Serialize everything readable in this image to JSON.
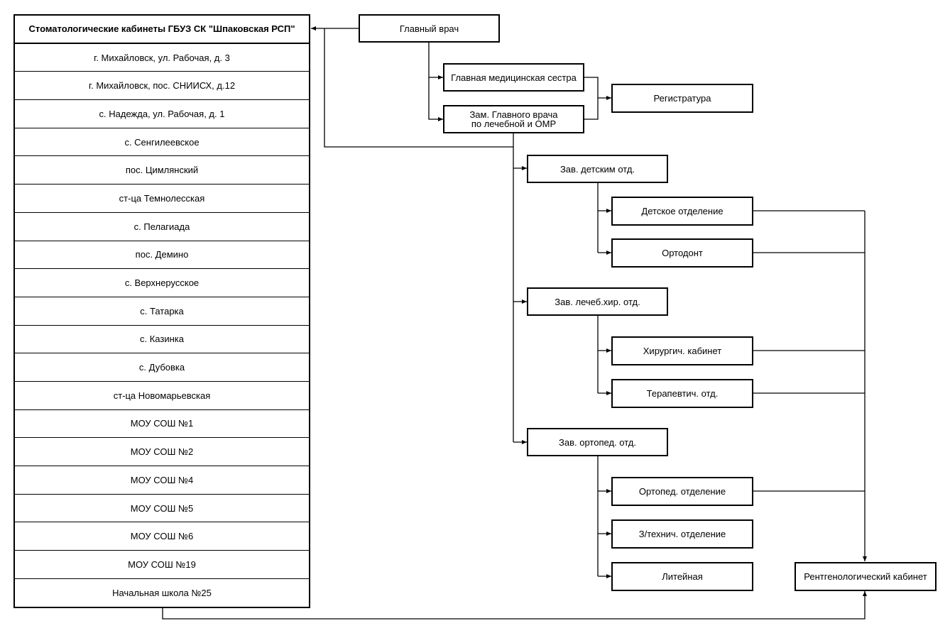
{
  "branches": {
    "header": "Стоматологические кабинеты ГБУЗ СК \"Шпаковская РСП\"",
    "items": [
      "г. Михайловск, ул. Рабочая, д. 3",
      "г. Михайловск, пос. СНИИСХ, д.12",
      "с. Надежда, ул. Рабочая, д. 1",
      "с. Сенгилеевское",
      "пос. Цимлянский",
      "ст-ца Темнолесская",
      "с. Пелагиада",
      "пос. Демино",
      "с. Верхнерусское",
      "с. Татарка",
      "с. Казинка",
      "с. Дубовка",
      "ст-ца Новомарьевская",
      "МОУ СОШ №1",
      "МОУ СОШ №2",
      "МОУ СОШ №4",
      "МОУ СОШ №5",
      "МОУ СОШ №6",
      "МОУ СОШ №19",
      "Начальная школа №25"
    ]
  },
  "nodes": {
    "chief_doctor": "Главный врач",
    "head_nurse": "Главная медицинская сестра",
    "deputy_line1": "Зам. Главного врача",
    "deputy_line2": "по лечебной и ОМР",
    "registry": "Регистратура",
    "head_children": "Зав. детским отд.",
    "children_dept": "Детское отделение",
    "orthodontist": "Ортодонт",
    "head_surgical": "Зав. лечеб.хир. отд.",
    "surgical_cabinet": "Хирургич. кабинет",
    "therapeutic_dept": "Терапевтич. отд.",
    "head_orthopedic": "Зав. ортопед. отд.",
    "orthopedic_dept": "Ортопед. отделение",
    "dental_tech_dept": "З/технич. отделение",
    "foundry": "Литейная",
    "xray_cabinet": "Рентгенологический кабинет"
  },
  "colors": {
    "line": "#000000",
    "box_fill": "#ffffff"
  }
}
